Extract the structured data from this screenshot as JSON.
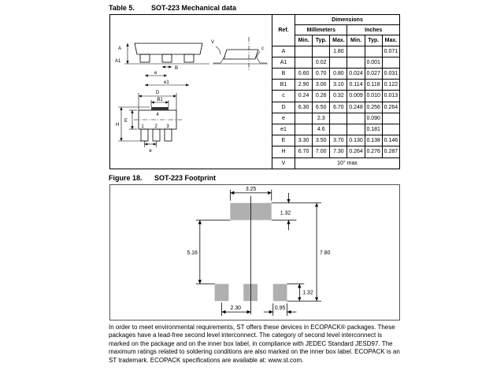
{
  "doc": {
    "table_heading": {
      "label": "Table 5.",
      "title": "SOT-223 Mechanical data"
    },
    "figure_heading": {
      "label": "Figure 18.",
      "title": "SOT-223 Footprint"
    },
    "paragraph": "In order to meet environmental requirements, ST offers these devices in ECOPACK® packages. These packages have a lead-free second level interconnect. The category of second level interconnect is marked on the package and on the inner box label, in compliance with JEDEC Standard JESD97. The maximum ratings related to soldering conditions are also marked on the inner box label. ECOPACK is an ST trademark. ECOPACK specifications are available at: www.st.com."
  },
  "mech_table": {
    "col_ref": "Ref.",
    "col_dimensions": "Dimensions",
    "col_mm": "Millimeters",
    "col_in": "Inches",
    "col_min": "Min.",
    "col_typ": "Typ.",
    "col_max": "Max.",
    "rows": [
      {
        "ref": "A",
        "mm_min": "",
        "mm_typ": "",
        "mm_max": "1.80",
        "in_min": "",
        "in_typ": "",
        "in_max": "0.071"
      },
      {
        "ref": "A1",
        "mm_min": "",
        "mm_typ": "0.02",
        "mm_max": "",
        "in_min": "",
        "in_typ": "0.001",
        "in_max": ""
      },
      {
        "ref": "B",
        "mm_min": "0.60",
        "mm_typ": "0.70",
        "mm_max": "0.80",
        "in_min": "0.024",
        "in_typ": "0.027",
        "in_max": "0.031"
      },
      {
        "ref": "B1",
        "mm_min": "2.90",
        "mm_typ": "3.00",
        "mm_max": "3.10",
        "in_min": "0.114",
        "in_typ": "0.118",
        "in_max": "0.122"
      },
      {
        "ref": "c",
        "mm_min": "0.24",
        "mm_typ": "0.26",
        "mm_max": "0.32",
        "in_min": "0.009",
        "in_typ": "0.010",
        "in_max": "0.013"
      },
      {
        "ref": "D",
        "mm_min": "6.30",
        "mm_typ": "6.50",
        "mm_max": "6.70",
        "in_min": "0.248",
        "in_typ": "0.256",
        "in_max": "0.264"
      },
      {
        "ref": "e",
        "mm_min": "",
        "mm_typ": "2.3",
        "mm_max": "",
        "in_min": "",
        "in_typ": "0.090",
        "in_max": ""
      },
      {
        "ref": "e1",
        "mm_min": "",
        "mm_typ": "4.6",
        "mm_max": "",
        "in_min": "",
        "in_typ": "0.181",
        "in_max": ""
      },
      {
        "ref": "E",
        "mm_min": "3.30",
        "mm_typ": "3.50",
        "mm_max": "3.70",
        "in_min": "0.130",
        "in_typ": "0.138",
        "in_max": "0.146"
      },
      {
        "ref": "H",
        "mm_min": "6.70",
        "mm_typ": "7.00",
        "mm_max": "7.30",
        "in_min": "0.264",
        "in_typ": "0.276",
        "in_max": "0.287"
      },
      {
        "ref": "V",
        "span": "10° max"
      }
    ]
  },
  "package_drawing": {
    "labels": {
      "A": "A",
      "A1": "A1",
      "B": "B",
      "e": "e",
      "e1": "e1",
      "V": "V",
      "c": "c",
      "D": "D",
      "B1": "B1",
      "E": "E",
      "H": "H",
      "pin1": "1",
      "pin2": "2",
      "pin3": "3",
      "pin4": "4"
    }
  },
  "footprint": {
    "pad_color": "#b0b0b0",
    "dims": {
      "top_pad_width": "3.25",
      "top_pad_height": "1.32",
      "gap_height": "5.16",
      "total_height": "7.80",
      "lead_pitch": "2.30",
      "lead_pad_width": "0.95",
      "lead_pad_height": "1.32"
    }
  }
}
